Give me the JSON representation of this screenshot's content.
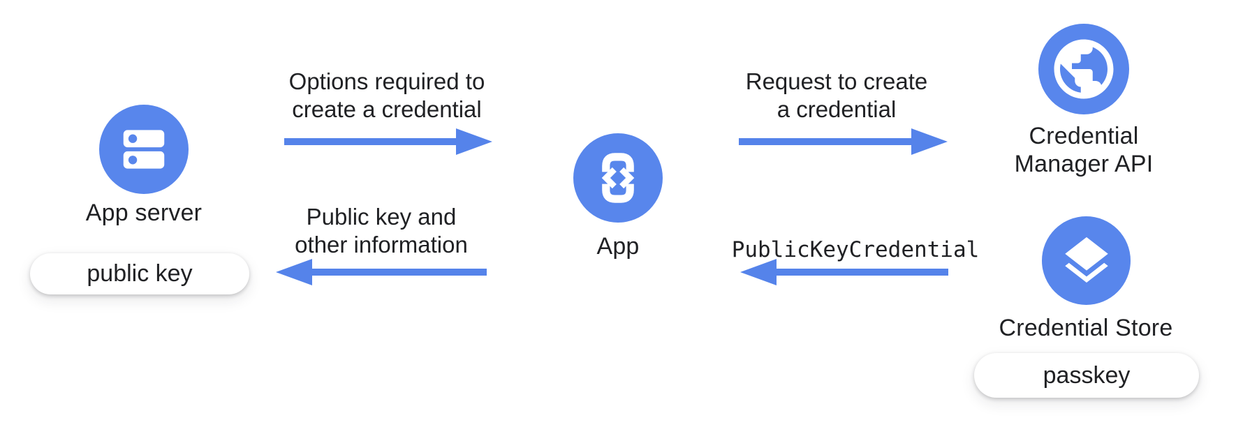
{
  "colors": {
    "node-blue": "#5886EC",
    "arrow-blue": "#5583EA",
    "ink": "#202124",
    "pill-bg": "#ffffff",
    "canvas-bg": "#ffffff"
  },
  "nodes": {
    "app_server": {
      "label": "App server",
      "icon": "server-icon",
      "badge": "public key"
    },
    "app": {
      "label": "App",
      "icon": "phone-code-icon"
    },
    "credential_manager_api": {
      "label_line1": "Credential",
      "label_line2": "Manager API",
      "icon": "globe-icon"
    },
    "credential_store": {
      "label": "Credential Store",
      "icon": "layers-icon",
      "badge": "passkey"
    }
  },
  "flows": {
    "options": {
      "line1": "Options required to",
      "line2": "create a credential",
      "direction": "right",
      "from": "App server",
      "to": "App"
    },
    "public_key_return": {
      "line1": "Public key and",
      "line2": "other information",
      "direction": "left",
      "from": "App",
      "to": "App server"
    },
    "request": {
      "line1": "Request to create",
      "line2": "a credential",
      "direction": "right",
      "from": "App",
      "to": "Credential Manager API"
    },
    "public_key_credential": {
      "label": "PublicKeyCredential",
      "direction": "left",
      "from": "Credential Store",
      "to": "App"
    }
  }
}
